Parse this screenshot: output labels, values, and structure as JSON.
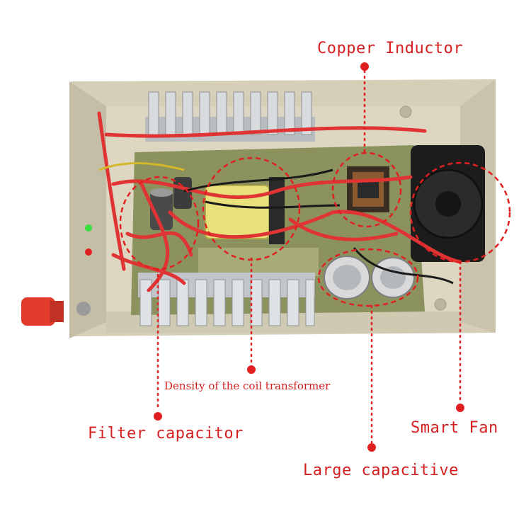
{
  "annotations": {
    "copper_inductor": "Copper Inductor",
    "coil_transformer": "Density of the coil transformer",
    "filter_capacitor": "Filter capacitor",
    "smart_fan": "Smart Fan",
    "large_capacitive": "Large capacitive"
  },
  "colors": {
    "label": "#d42020",
    "housing": "#d9d3bd",
    "heatsink": "#c9ccd0",
    "pcb": "#8a8f5c",
    "wire_red": "#e03434",
    "fan": "#1c1c1c"
  }
}
